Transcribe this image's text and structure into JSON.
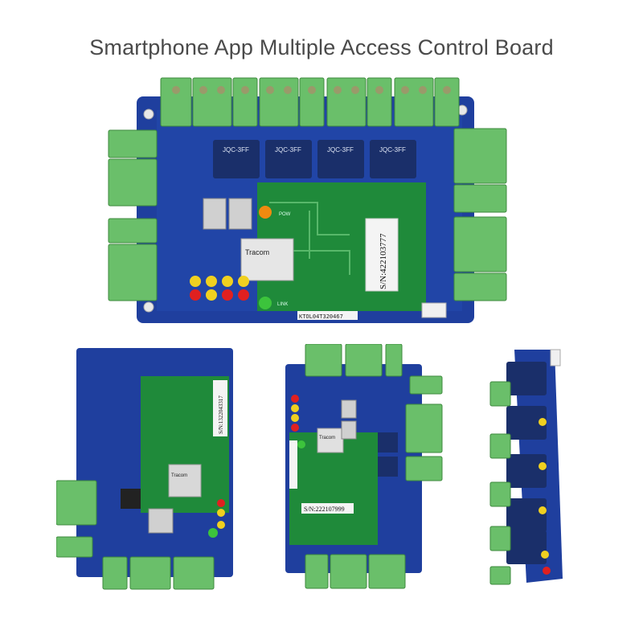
{
  "title": "Smartphone App Multiple Access Control Board",
  "boards": {
    "main": {
      "relay_label_1": "JQC-3FF",
      "relay_label_2": "JQC-3FF",
      "relay_label_3": "JQC-3FF",
      "relay_label_4": "JQC-3FF",
      "serial": "S/N:422103777",
      "module_brand": "Tracom",
      "bottom_code": "KTOL04T320467",
      "led_link": "LINK",
      "led_power": "POW"
    },
    "two_door": {
      "serial": "S/N:1322043317",
      "module_brand": "Tracom"
    },
    "four_door": {
      "serial": "S/N:222107999",
      "module_brand": "Tracom"
    }
  },
  "colors": {
    "board_blue": "#1f3f9e",
    "module_green": "#1f8a3a",
    "terminal_green": "#6abf6a",
    "relay_blue": "#1a2f6a"
  }
}
